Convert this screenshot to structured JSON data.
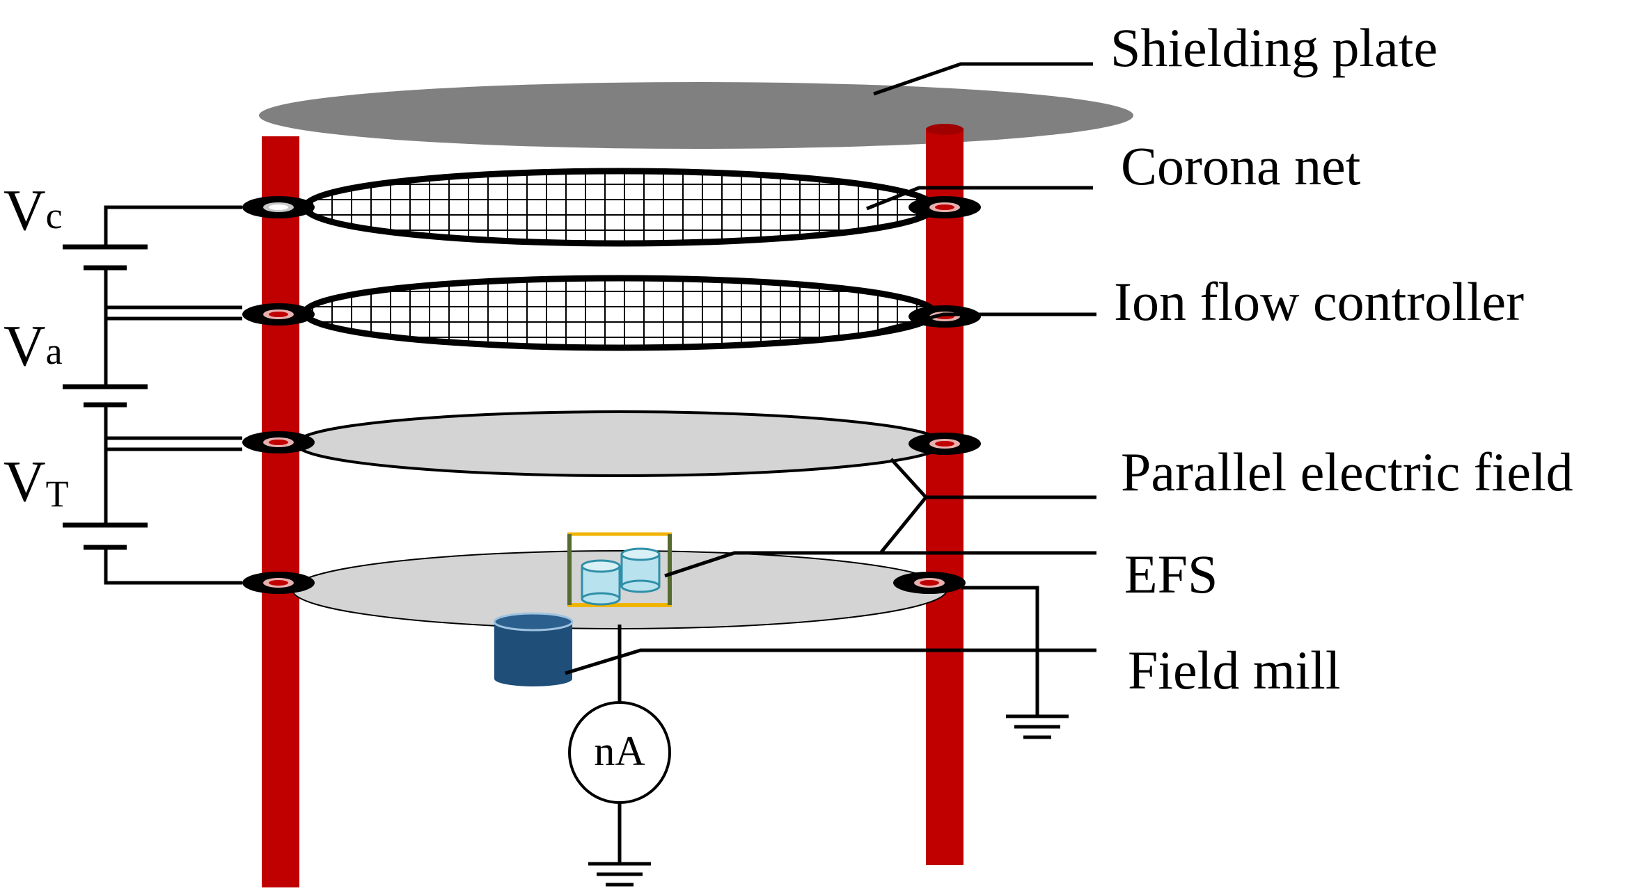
{
  "labels": {
    "shielding_plate": "Shielding plate",
    "corona_net": "Corona net",
    "ion_flow_controller": "Ion flow  controller",
    "parallel_electric_field": "Parallel electric field",
    "efs": "EFS",
    "field_mill": "Field mill"
  },
  "voltages": {
    "vc": {
      "main": "V",
      "sub": "c"
    },
    "va": {
      "main": "V",
      "sub": "a"
    },
    "vt": {
      "main": "V",
      "sub": "T"
    }
  },
  "meter": {
    "label": "nA"
  },
  "colors": {
    "pillar": "#c00000",
    "shielding_plate": "#808080",
    "plate": "#d4d4d4",
    "field_mill": "#1f4e79",
    "efs_frame": "#f0b400",
    "efs_post": "#556b2f",
    "efs_sensor": "#b8e2ee"
  }
}
